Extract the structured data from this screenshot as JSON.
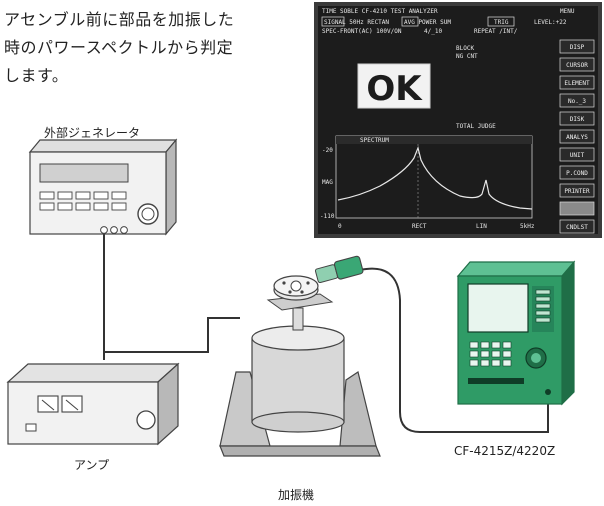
{
  "description": {
    "line1": "アセンブル前に部品を加振した",
    "line2": "時のパワースペクトルから判定",
    "line3": "します。"
  },
  "labels": {
    "generator": "外部ジェネレータ",
    "amplifier": "アンプ",
    "shaker": "加振機",
    "analyzer_model": "CF-4215Z/4220Z"
  },
  "screen": {
    "verdict": "OK",
    "header_top": "TIME SOBLE  CF-4210 TEST  ANALYZER",
    "header_right": "MENU",
    "row1_left": "SIGNAL  50Hz RECTAN",
    "row1_mid": "AVG  POWER SUM",
    "row1_tag": "TRIG",
    "row1_right": "LEVEL:+22",
    "row2_left": "SPEC-FRONT(AC) 100V/ON",
    "row2_mid": "4/_10",
    "row2_right": "REPEAT /INT/",
    "block_label": "BLOCK",
    "ng_label": "NG CNT",
    "total_label": "TOTAL JUDGE",
    "spectrum_label": "SPECTRUM",
    "y_top": "-20",
    "y_mid": "MAG",
    "y_bottom": "-110",
    "x_left": "0",
    "x_mid": "RECT",
    "x_mid2": "LIN",
    "x_right": "5kHz",
    "buttons": [
      "DISP",
      "CURSOR",
      "ELEMENT",
      "No._3",
      "DISK",
      "ANALYS",
      "UNIT",
      "P.COND",
      "PRINTER",
      "",
      "CNDLST"
    ]
  },
  "colors": {
    "screen_bg": "#1c1c1c",
    "screen_frame": "#3b3b3b",
    "device_green": "#2f9b66",
    "device_green_dark": "#1f6e47",
    "device_grey": "#c4c4c4",
    "cable": "#333333",
    "sensor_green": "#3aa775"
  }
}
